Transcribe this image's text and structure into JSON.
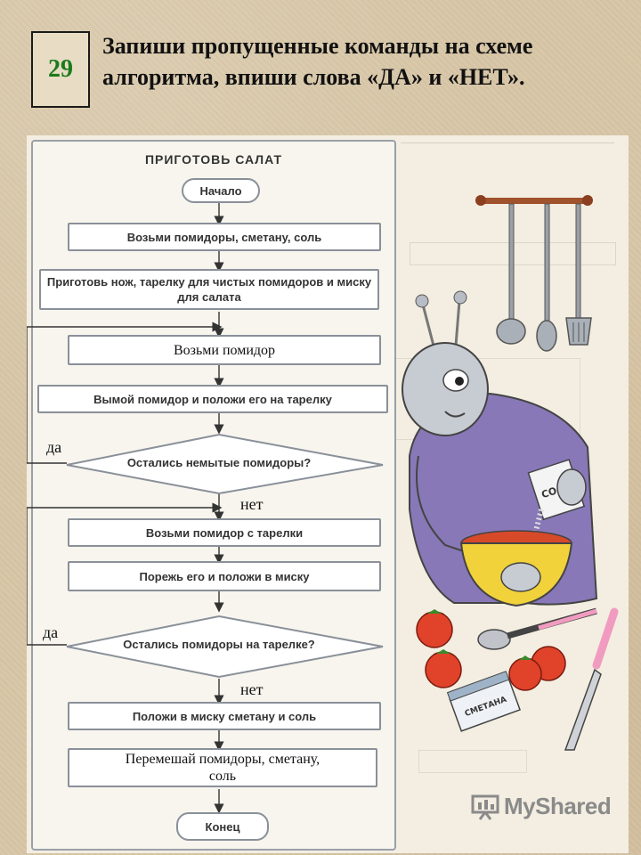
{
  "task": {
    "number": "29",
    "title": "Запиши пропущенные команды на схеме алгоритма, впиши слова «ДА» и «НЕТ»."
  },
  "flowchart": {
    "title": "ПРИГОТОВЬ САЛАТ",
    "start": "Начало",
    "step1": "Возьми помидоры, сметану, соль",
    "step2": "Приготовь нож, тарелку для чистых помидоров и миску для салата",
    "step3": "Возьми помидор",
    "step4": "Вымой помидор и положи его на тарелку",
    "decision1": "Остались немытые помидоры?",
    "step5": "Возьми помидор с тарелки",
    "step6": "Порежь его и положи в миску",
    "decision2": "Остались помидоры на тарелке?",
    "step7": "Положи в миску сметану и соль",
    "step8": "Перемешай помидоры, сметану, соль",
    "end": "Конец"
  },
  "answers": {
    "yes1": "да",
    "no1": "нет",
    "yes2": "да",
    "no2": "нет"
  },
  "illustration": {
    "label_carton": "СОЛЬ",
    "label_cup": "СМЕТАНА"
  },
  "watermark": "MyShared",
  "colors": {
    "task_number": "#1b7a1b",
    "frame": "#8a9099",
    "alien_shirt": "#8878b8",
    "bowl": "#f2d23a",
    "tomato": "#e0432a"
  }
}
